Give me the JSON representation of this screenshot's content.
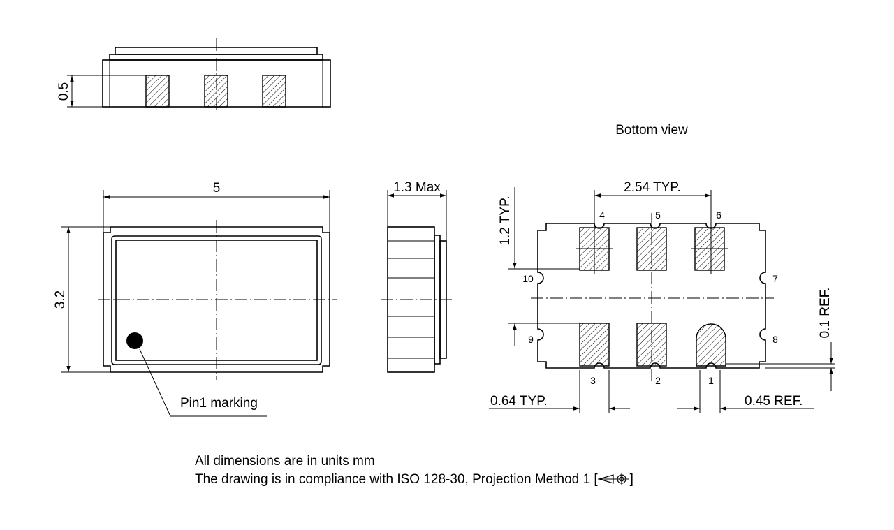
{
  "labels": {
    "bottom_view": "Bottom view",
    "dim_height_side": "0.5",
    "dim_width": "5",
    "dim_height": "3.2",
    "dim_thickness": "1.3 Max",
    "dim_pitch": "2.54 TYP.",
    "dim_pad_height": "1.2 TYP.",
    "dim_ref_gap": "0.1 REF.",
    "dim_pad_width": "0.64 TYP.",
    "dim_pin1_width": "0.45 REF.",
    "pin1_marking": "Pin1 marking"
  },
  "pins": {
    "p1": "1",
    "p2": "2",
    "p3": "3",
    "p4": "4",
    "p5": "5",
    "p6": "6",
    "p7": "7",
    "p8": "8",
    "p9": "9",
    "p10": "10"
  },
  "notes": {
    "line1": "All dimensions are in units mm",
    "line2_prefix": "The drawing is in compliance with ISO 128-30, Projection Method 1 [",
    "line2_suffix": "]"
  }
}
